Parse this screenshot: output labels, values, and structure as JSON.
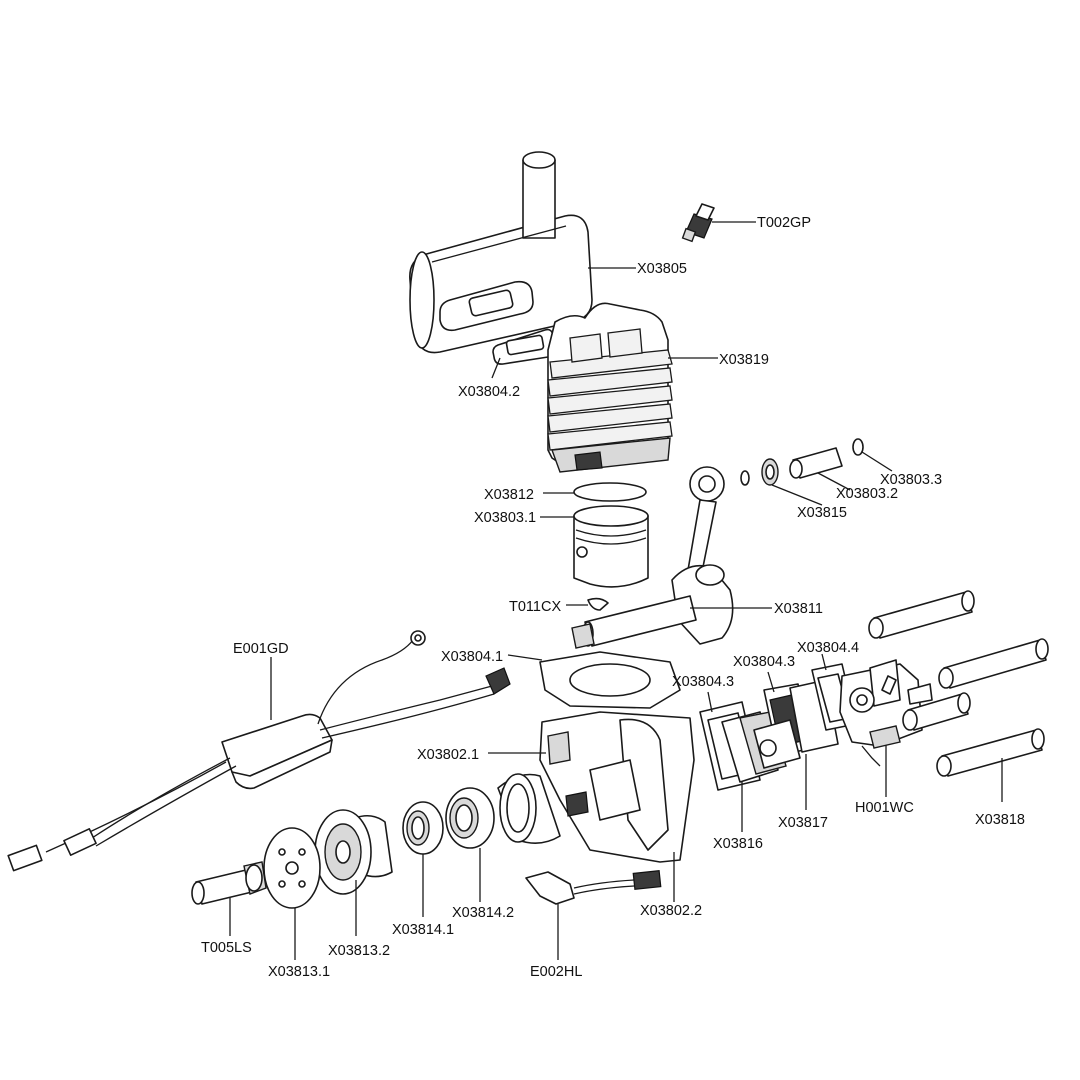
{
  "labels": {
    "T002GP": "T002GP",
    "X03805": "X03805",
    "X03819": "X03819",
    "X03804_2": "X03804.2",
    "X03803_3": "X03803.3",
    "X03803_2": "X03803.2",
    "X03815": "X03815",
    "X03812": "X03812",
    "X03803_1": "X03803.1",
    "T011CX": "T011CX",
    "X03811": "X03811",
    "E001GD": "E001GD",
    "X03804_1": "X03804.1",
    "X03804_3a": "X03804.3",
    "X03804_3b": "X03804.3",
    "X03804_4": "X03804.4",
    "X03802_1": "X03802.1",
    "H001WC": "H001WC",
    "X03818": "X03818",
    "X03817": "X03817",
    "X03816": "X03816",
    "X03802_2": "X03802.2",
    "X03814_2": "X03814.2",
    "X03814_1": "X03814.1",
    "X03813_2": "X03813.2",
    "X03813_1": "X03813.1",
    "T005LS": "T005LS",
    "E002HL": "E002HL"
  }
}
